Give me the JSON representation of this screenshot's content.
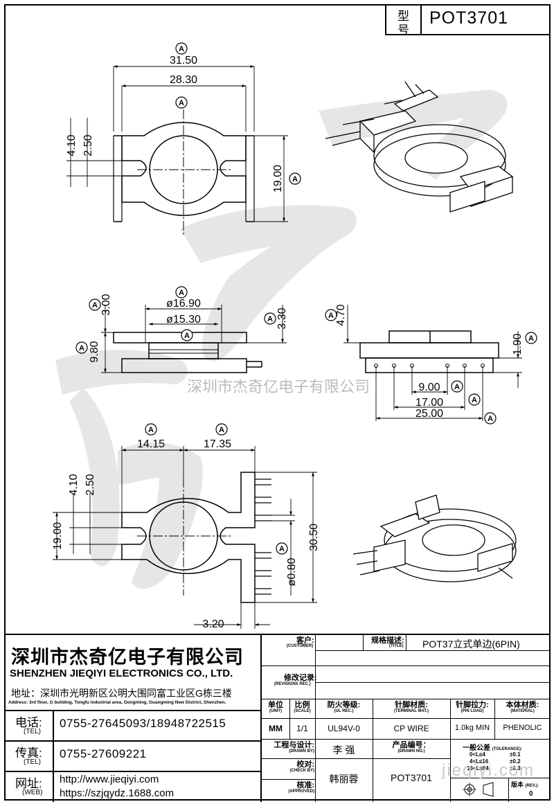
{
  "drawing": {
    "model_label": "型号",
    "model_label_1": "型",
    "model_label_2": "号",
    "model": "POT3701",
    "watermark_company": "深圳市杰奇亿电子有限公司",
    "watermark_site": "jieqiyi.com",
    "datum_symbol": "A",
    "dimensions": {
      "top_width_outer": "31.50",
      "top_width_inner": "28.30",
      "top_slot_a": "4.10",
      "top_slot_b": "2.50",
      "top_height": "19.00",
      "side_dia_outer": "ø16.90",
      "side_dia_inner": "ø15.30",
      "side_top": "3.00",
      "side_height": "3.30",
      "side_total": "9.80",
      "front_top": "4.70",
      "front_pin_offset": "1.90",
      "pin_span_1": "9.00",
      "pin_span_2": "17.00",
      "pin_span_3": "25.00",
      "bottom_left": "14.15",
      "bottom_right": "17.35",
      "bottom_slot_a": "4.10",
      "bottom_slot_b": "2.50",
      "bottom_height": "19.00",
      "bottom_total": "30.50",
      "pin_dia": "ø0.80",
      "pin_extend": "3.20"
    }
  },
  "company": {
    "name_cn": "深圳市杰奇亿电子有限公司",
    "name_en": "SHENZHEN JIEQIYI ELECTRONICS CO., LTD.",
    "address_cn": "地址：深圳市光明新区公明大围同富工业区G栋三楼",
    "address_en": "Address: 3rd floor, G building, Tongfu industrial area, Gongming, Guangming New District, Shenzhen.",
    "tel_label": "电话:",
    "tel_label_en": "(TEL)",
    "tel": "0755-27645093/18948722515",
    "fax_label": "传真:",
    "fax_label_en": "(TEL)",
    "fax": "0755-27609221",
    "web_label": "网址:",
    "web_label_en": "(WEB)",
    "web1": "http://www.jieqiyi.com",
    "web2": "https://szjqydz.1688.com"
  },
  "title_block": {
    "customer_cn": "客户:",
    "customer_en": "(CUSTOMER)",
    "title_cn": "规格描述:",
    "title_en": "(TITLE)",
    "title_value": "POT37立式单边(6PIN)",
    "revisions_cn": "修改记录:",
    "revisions_en": "(REVISIONS REC.)",
    "headers": [
      {
        "cn": "单位",
        "en": "(UNIT)"
      },
      {
        "cn": "比例",
        "en": "(SCALE)"
      },
      {
        "cn": "防火等级:",
        "en": "(UL REC.)"
      },
      {
        "cn": "针脚材质:",
        "en": "(TERMINAL MAT.)"
      },
      {
        "cn": "针脚拉力:",
        "en": "(PIN LOAD)"
      },
      {
        "cn": "本体材质:",
        "en": "(MATERIAL)"
      }
    ],
    "values": [
      "MM",
      "1/1",
      "UL94V-0",
      "CP WIRE",
      "1.0kg MIN",
      "PHENOLIC"
    ],
    "drawn_cn": "工程与设计:",
    "drawn_en": "(DRAWN BY)",
    "drawn_value": "李  强",
    "drawing_no_cn": "产品编号：",
    "drawing_no_en": "(DRAWN NO.)",
    "check_cn": "校对:",
    "check_en": "(CHECK BY)",
    "check_value": "韩丽蓉",
    "drawing_no_value": "POT3701",
    "approved_cn": "核准:",
    "approved_en": "(APPROVED)",
    "tolerance_title": "一般公差",
    "tolerance_title_en": "(TOLERANCE):",
    "tolerances": [
      {
        "range": "0<L≤4",
        "value": "±0.1"
      },
      {
        "range": "4<L≤16",
        "value": "±0.2"
      },
      {
        "range": "16<L≤64",
        "value": "±0.3"
      }
    ],
    "rev_cn": "版本",
    "rev_en": "(REV.):",
    "rev_value": "0"
  }
}
